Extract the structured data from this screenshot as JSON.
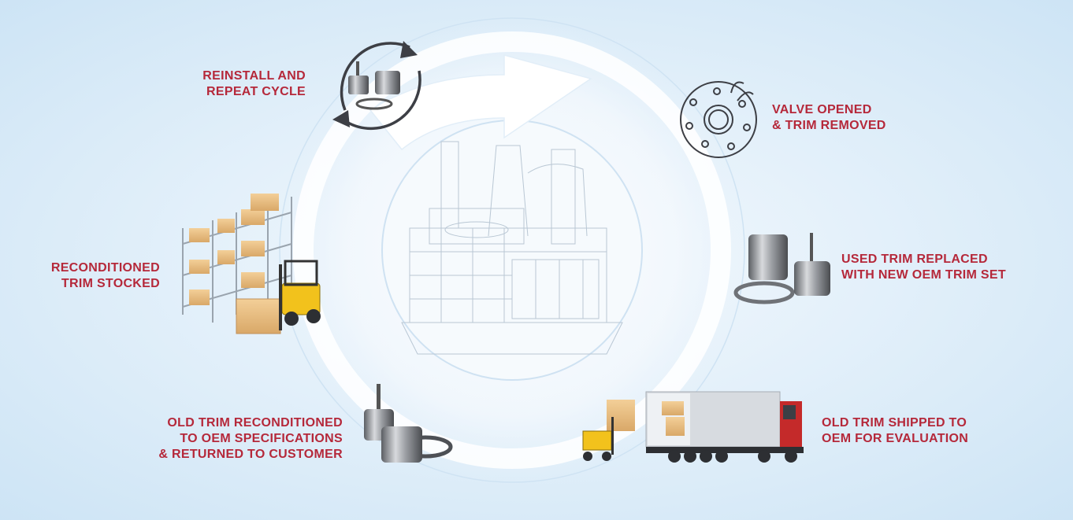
{
  "diagram": {
    "steps": [
      {
        "id": "reinstall",
        "lines": [
          "REINSTALL AND",
          "REPEAT CYCLE"
        ]
      },
      {
        "id": "valve-opened",
        "lines": [
          "VALVE OPENED",
          "& TRIM REMOVED"
        ]
      },
      {
        "id": "used-trim",
        "lines": [
          "USED TRIM REPLACED",
          "WITH NEW OEM TRIM SET"
        ]
      },
      {
        "id": "shipped",
        "lines": [
          "OLD TRIM SHIPPED TO",
          "OEM FOR EVALUATION"
        ]
      },
      {
        "id": "reconditioned",
        "lines": [
          "OLD TRIM RECONDITIONED",
          "TO OEM SPECIFICATIONS",
          "& RETURNED TO CUSTOMER"
        ]
      },
      {
        "id": "stocked",
        "lines": [
          "RECONDITIONED",
          "TRIM STOCKED"
        ]
      }
    ],
    "colors": {
      "label": "#b5283a",
      "icon_dark": "#3d3f45",
      "ring": "#ffffff",
      "background": "#dcecf8"
    },
    "icons": [
      "cycle-arrows-icon",
      "valve-flange-icon",
      "trim-set-icon",
      "semi-truck-icon",
      "reconditioned-trim-icon",
      "warehouse-forklift-icon",
      "power-plant-illustration"
    ]
  }
}
